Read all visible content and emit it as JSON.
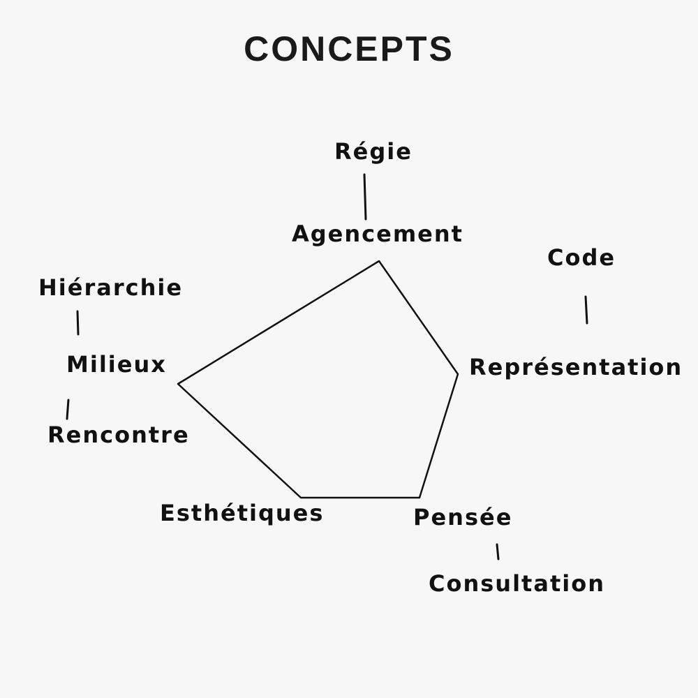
{
  "title": "CONCEPTS",
  "nodes": {
    "regie": "Régie",
    "agencement": "Agencement",
    "code": "Code",
    "representation": "Représentation",
    "hierarchie": "Hiérarchie",
    "milieux": "Milieux",
    "rencontre": "Rencontre",
    "esthetiques": "Esthétiques",
    "pensee": "Pensée",
    "consultation": "Consultation"
  },
  "colors": {
    "background": "#f7f7f7",
    "ink": "#111111"
  }
}
